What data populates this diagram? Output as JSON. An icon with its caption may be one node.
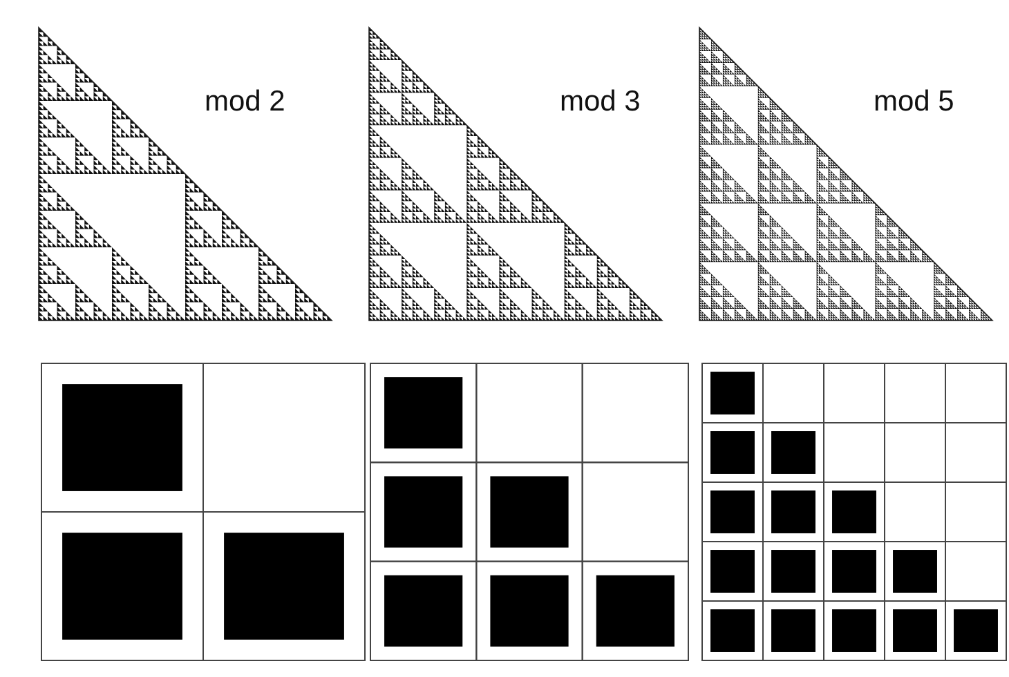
{
  "diagram": {
    "labels": [
      "mod 2",
      "mod 3",
      "mod 5"
    ]
  }
}
